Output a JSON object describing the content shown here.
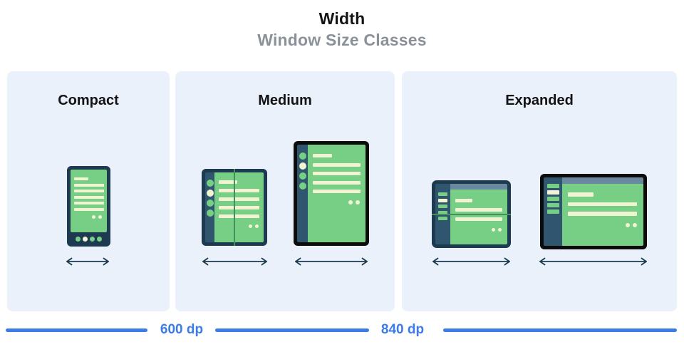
{
  "header": {
    "title": "Width",
    "subtitle": "Window Size Classes"
  },
  "panels": [
    {
      "label": "Compact",
      "devices": [
        "phone-portrait"
      ]
    },
    {
      "label": "Medium",
      "devices": [
        "foldable-open-portrait",
        "tablet-portrait"
      ]
    },
    {
      "label": "Expanded",
      "devices": [
        "foldable-open-landscape",
        "desktop-landscape"
      ]
    }
  ],
  "ruler": {
    "breakpoint_1": "600 dp",
    "breakpoint_2": "840 dp"
  },
  "colors": {
    "accent_blue": "#3d7ce8",
    "panel_background": "#eaf1fb",
    "device_frame_navy": "#1e3a50",
    "device_rail_slate": "#2f566e",
    "app_topbar_slate": "#6b88a1",
    "screen_green": "#77cf85",
    "placeholder_cream": "#f1f3d2",
    "device_frame_black": "#0c0c0c",
    "fold_line_green": "#44905a",
    "subtitle_gray": "#8b9198"
  }
}
